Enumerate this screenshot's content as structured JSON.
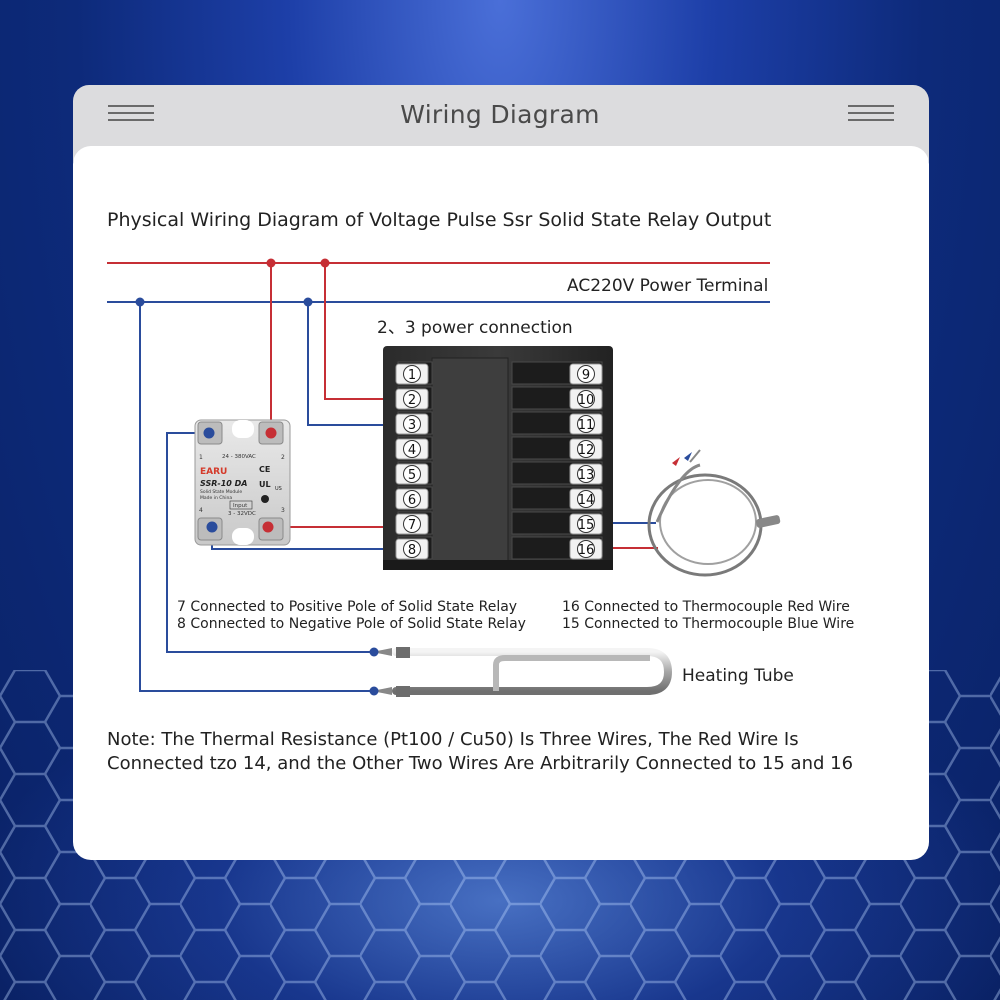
{
  "card": {
    "title": "Wiring Diagram"
  },
  "diagram": {
    "heading": "Physical Wiring Diagram of Voltage Pulse Ssr Solid State Relay Output",
    "power_label": "AC220V Power Terminal",
    "power_connection_label": "2、3 power connection",
    "controller_terminals_left": [
      "1",
      "2",
      "3",
      "4",
      "5",
      "6",
      "7",
      "8"
    ],
    "controller_terminals_right": [
      "9",
      "10",
      "11",
      "12",
      "13",
      "14",
      "15",
      "16"
    ],
    "ssr": {
      "brand": "EARU",
      "model": "SSR-10 DA",
      "subtitle": "Solid State Module",
      "made_in": "Made in China",
      "ac_range": "24 - 380VAC",
      "input_label": "Input",
      "dc_range": "3 - 32VDC",
      "ce_mark": "CE",
      "ul_mark": "UL",
      "us_mark": "US",
      "terminal_labels": [
        "1",
        "2",
        "4",
        "3"
      ]
    },
    "note_ssr_line1": "7 Connected to Positive Pole of Solid State Relay",
    "note_ssr_line2": "8 Connected to Negative Pole of Solid State Relay",
    "note_tc_line1": "16 Connected to Thermocouple Red Wire",
    "note_tc_line2": "15 Connected to Thermocouple Blue Wire",
    "heating_tube_label": "Heating Tube",
    "note_line1": "Note: The Thermal Resistance (Pt100 / Cu50) Is Three Wires, The Red Wire Is",
    "note_line2": "Connected tzo 14, and the Other Two Wires Are Arbitrarily Connected to 15 and 16"
  },
  "colors": {
    "red_wire": "#c62f35",
    "blue_wire": "#2a4c9c",
    "background": "#0d2a7a"
  }
}
